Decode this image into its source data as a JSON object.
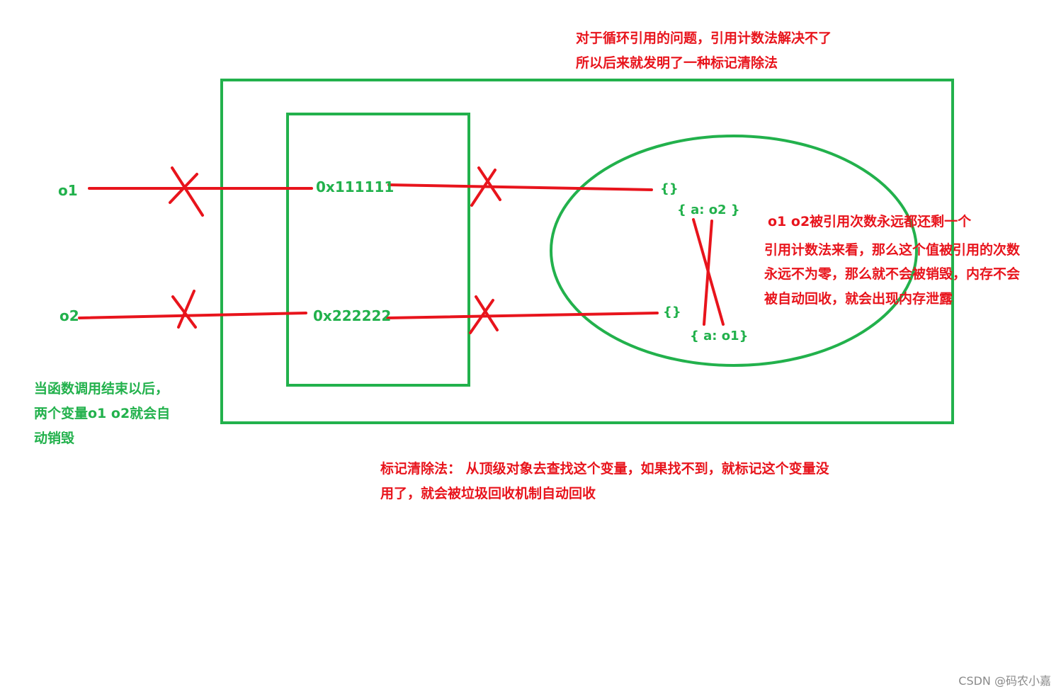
{
  "colors": {
    "green": "#22b14c",
    "red": "#e8141c",
    "watermark": "#8a8a8a"
  },
  "notes": {
    "top_line1": "对于循环引用的问题，引用计数法解决不了",
    "top_line2": "所以后来就发明了一种标记清除法",
    "right_line1": "o1 o2被引用次数永远都还剩一个",
    "right_line2": "引用计数法来看，那么这个值被引用的次数",
    "right_line3": "永远不为零，那么就不会被销毁，内存不会",
    "right_line4": "被自动回收，就会出现内存泄露",
    "bottom_line1": "标记清除法： 从顶级对象去查找这个变量，如果找不到，就标记这个变量没",
    "bottom_line2": "用了，就会被垃圾回收机制自动回收",
    "left_line1": "当函数调用结束以后，",
    "left_line2": "两个变量o1 o2就会自",
    "left_line3": "动销毁"
  },
  "labels": {
    "var1": "o1",
    "var2": "o2",
    "addr1": "0x111111",
    "addr2": "0x222222",
    "obj1": "{}",
    "obj2": "{}",
    "prop1": "{ a: o2 }",
    "prop2": "{ a: o1}"
  },
  "watermark": "CSDN @码农小嘉"
}
